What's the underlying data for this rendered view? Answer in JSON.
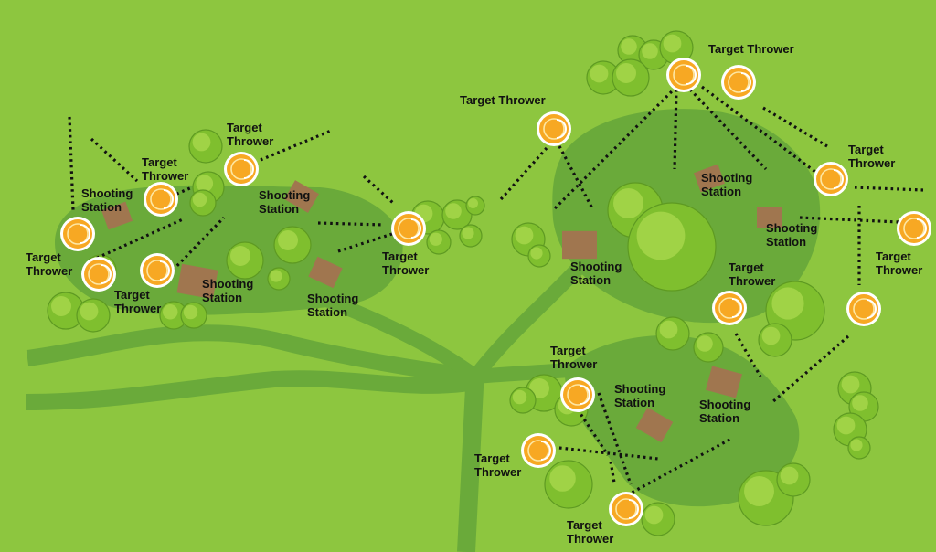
{
  "labels": {
    "thrower": "Target Thrower",
    "thrower_line1": "Target",
    "thrower_line2": "Thrower",
    "station_line1": "Shooting",
    "station_line2": "Station"
  },
  "colors": {
    "grass": "#8dc63f",
    "clearing": "#6aaa3a",
    "path": "#6aaa3a",
    "station": "#a0764f",
    "thrower_fill": "#f7a823",
    "thrower_ring": "#fde7a3",
    "tree_light": "#a6d64a",
    "tree_dark": "#7fbf2e"
  },
  "icons": {
    "thrower": "target-thrower-icon",
    "station": "shooting-station-icon",
    "tree": "tree-icon"
  }
}
